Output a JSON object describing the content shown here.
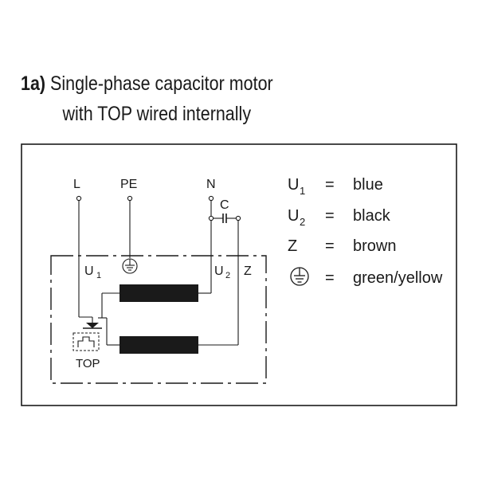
{
  "heading": {
    "number": "1a)",
    "line1": "Single-phase capacitor motor",
    "line2": "with TOP wired internally"
  },
  "terminals": {
    "L": "L",
    "PE": "PE",
    "N": "N",
    "C": "C",
    "U1_main": "U",
    "U1_sub": "1",
    "U2_main": "U",
    "U2_sub": "2",
    "Z": "Z",
    "TOP": "TOP"
  },
  "legend": [
    {
      "symbol": "U",
      "sub": "1",
      "eq": "=",
      "color_name": "blue"
    },
    {
      "symbol": "U",
      "sub": "2",
      "eq": "=",
      "color_name": "black"
    },
    {
      "symbol": "Z",
      "sub": "",
      "eq": "=",
      "color_name": "brown"
    },
    {
      "symbol": "ground-symbol",
      "sub": "",
      "eq": "=",
      "color_name": "green/yellow"
    }
  ],
  "colors": {
    "line": "#1a1a1a",
    "winding": "#1a1a1a"
  }
}
